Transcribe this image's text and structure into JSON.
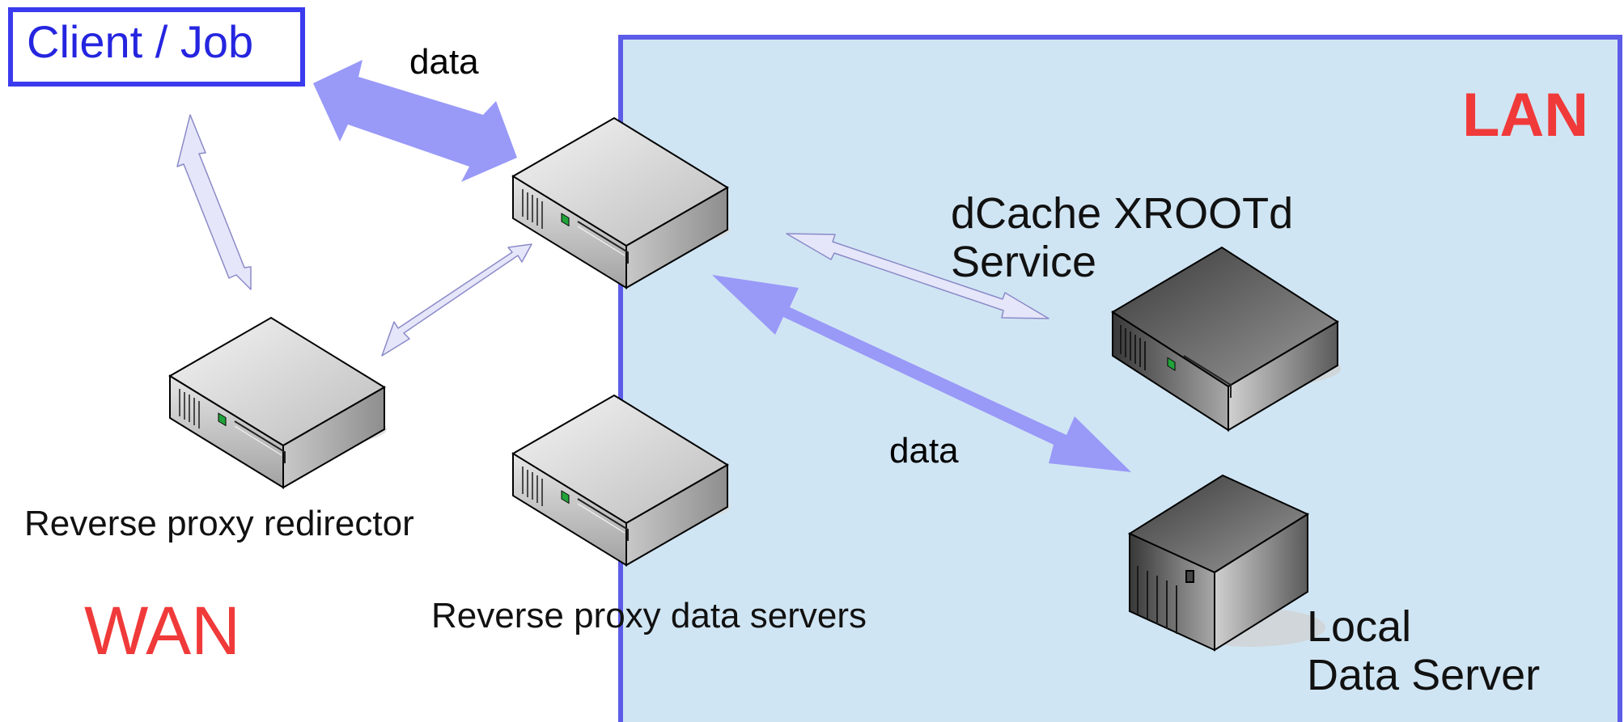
{
  "client": {
    "label": "Client / Job"
  },
  "zones": {
    "lan": "LAN",
    "wan": "WAN"
  },
  "flows": {
    "client_data_label": "data",
    "local_data_label": "data"
  },
  "nodes": {
    "redirector_label": "Reverse proxy redirector",
    "proxy_data_servers_label": "Reverse proxy data servers",
    "dcache_service_label": "dCache XROOTd\nService",
    "local_data_server_label": "Local\nData Server"
  },
  "colors": {
    "lan_fill": "#d0e5f3",
    "lan_border": "#5c5ce8",
    "client_border": "#3a3aee",
    "client_text": "#2525e0",
    "zone_text": "#f03a3a",
    "data_arrow": "#9999f8",
    "control_arrow": "#e6e6fa",
    "control_arrow_stroke": "#8a8ac8"
  }
}
